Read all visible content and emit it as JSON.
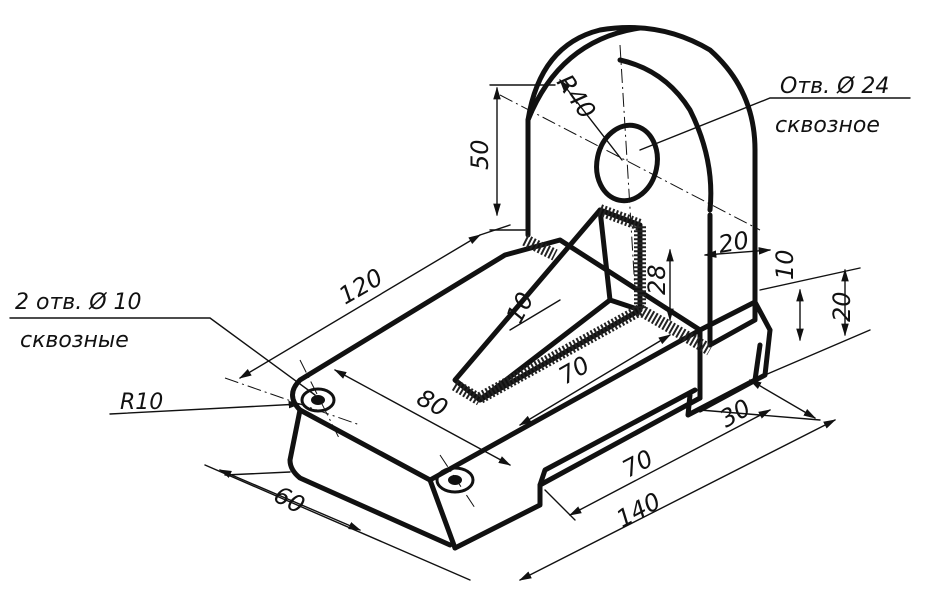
{
  "callouts": {
    "hole_24_line1": "Отв. Ø 24",
    "hole_24_line2": "сквозное",
    "holes_10_line1": "2 отв. Ø 10",
    "holes_10_line2": "сквозные",
    "radius_10": "R10"
  },
  "dimensions": {
    "r40": "R40",
    "h50": "50",
    "len120": "120",
    "rib10": "10",
    "rib28": "28",
    "len70_top": "70",
    "thick20_upright": "20",
    "h10": "10",
    "h20": "20",
    "len80": "80",
    "w60": "60",
    "len70_bottom": "70",
    "len140": "140",
    "w30": "30"
  }
}
